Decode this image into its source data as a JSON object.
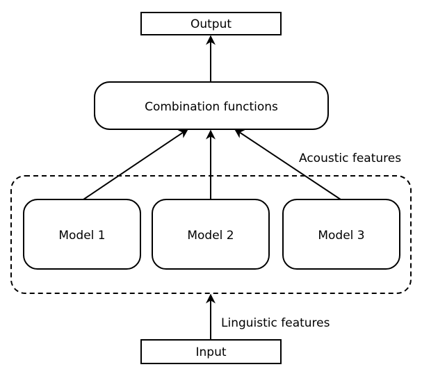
{
  "diagram": {
    "output_label": "Output",
    "combination_label": "Combination functions",
    "acoustic_label": "Acoustic features",
    "models": [
      {
        "label": "Model 1"
      },
      {
        "label": "Model 2"
      },
      {
        "label": "Model 3"
      }
    ],
    "linguistic_label": "Linguistic features",
    "input_label": "Input",
    "colors": {
      "stroke": "#000000",
      "fill": "#ffffff",
      "text": "#000000"
    }
  }
}
